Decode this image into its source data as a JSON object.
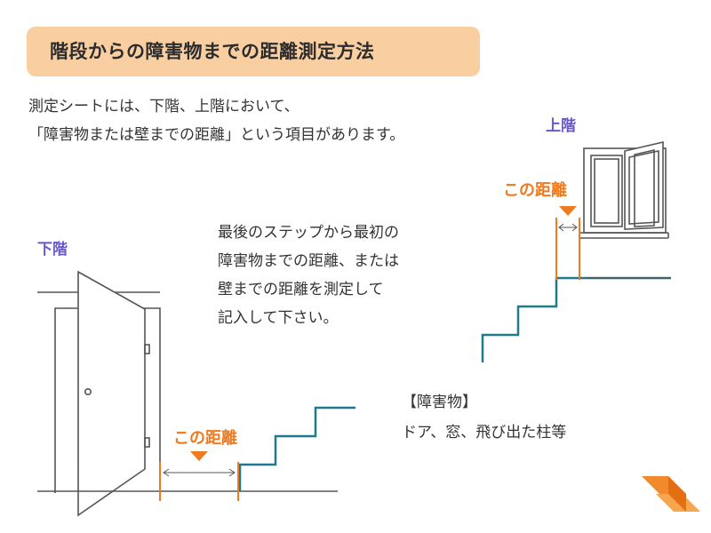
{
  "title": "階段からの障害物までの距離測定方法",
  "intro": {
    "line1": "測定シートには、下階、上階において、",
    "line2": "「障害物または壁までの距離」という項目があります。"
  },
  "upper": {
    "floor_label": "上階",
    "distance_label": "この距離"
  },
  "lower": {
    "floor_label": "下階",
    "distance_label": "この距離"
  },
  "instruction": {
    "line1": "最後のステップから最初の",
    "line2": "障害物までの距離、または",
    "line3": "壁までの距離を測定して",
    "line4": "記入して下さい。"
  },
  "obstacle": {
    "heading": "【障害物】",
    "examples": "ドア、窓、飛び出た柱等"
  },
  "colors": {
    "title_bg": "#f9cfa2",
    "accent_orange": "#f07a1e",
    "floor_label": "#6a58c8",
    "stair": "#1f7a8c"
  }
}
